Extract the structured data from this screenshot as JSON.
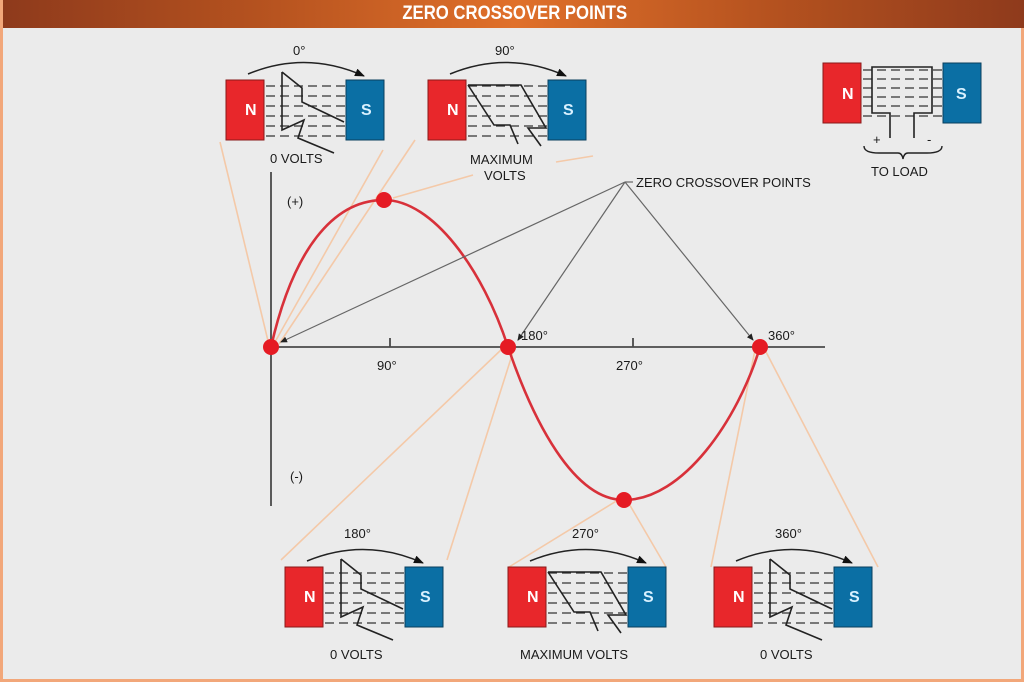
{
  "title": "ZERO CROSSOVER POINTS",
  "colors": {
    "north_pole": "#e8272b",
    "south_pole": "#0b6fa4",
    "curve": "#d8313a",
    "dot": "#e51b24",
    "leader": "#f4c9a8",
    "axis": "#4a4a4a",
    "title_bar": "#c85d24",
    "background": "#ebebeb"
  },
  "graph": {
    "positive_label": "(+)",
    "negative_label": "(-)",
    "tick_90": "90°",
    "tick_180": "180°",
    "tick_270": "270°",
    "tick_360": "360°",
    "callout": "ZERO CROSSOVER POINTS"
  },
  "generators": [
    {
      "angle": "0°",
      "north": "N",
      "south": "S",
      "caption": "0 VOLTS"
    },
    {
      "angle": "90°",
      "north": "N",
      "south": "S",
      "caption_line1": "MAXIMUM",
      "caption_line2": "VOLTS"
    },
    {
      "angle": "180°",
      "north": "N",
      "south": "S",
      "caption": "0 VOLTS"
    },
    {
      "angle": "270°",
      "north": "N",
      "south": "S",
      "caption": "MAXIMUM VOLTS"
    },
    {
      "angle": "360°",
      "north": "N",
      "south": "S",
      "caption": "0 VOLTS"
    }
  ],
  "load_diagram": {
    "north": "N",
    "south": "S",
    "plus": "+",
    "minus": "-",
    "caption": "TO LOAD"
  }
}
